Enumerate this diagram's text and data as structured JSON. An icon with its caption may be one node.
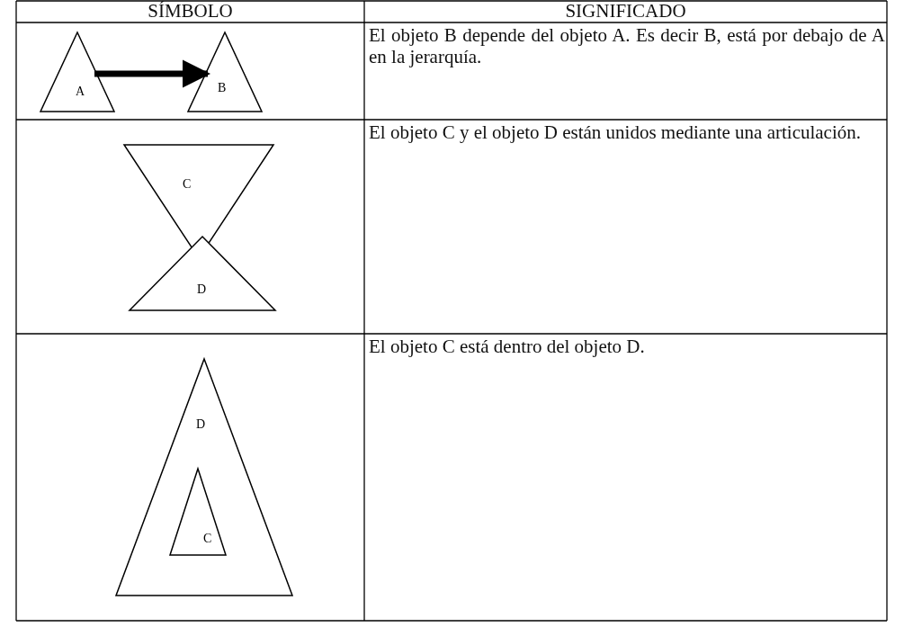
{
  "diagram": {
    "nodes": [
      {
        "text": [
          "A"
        ]
      },
      {
        "text": [
          "B"
        ]
      },
      {
        "text": [
          "C"
        ]
      },
      {
        "text": [
          "D"
        ]
      },
      {
        "text": [
          "D"
        ]
      },
      {
        "text": [
          "C"
        ],
        "in": 4
      }
    ],
    "edges": [
      {
        "from": 0,
        "to": 1,
        "arrow": "to"
      }
    ],
    "labels": [
      "SÍMBOLO",
      "SIGNIFICADO",
      "El objeto B depende del objeto A. Es decir B, está por debajo de A en la jerarquía.",
      "El objeto C y el objeto D están unidos mediante una articulación.",
      "El objeto C está dentro del objeto D."
    ]
  }
}
